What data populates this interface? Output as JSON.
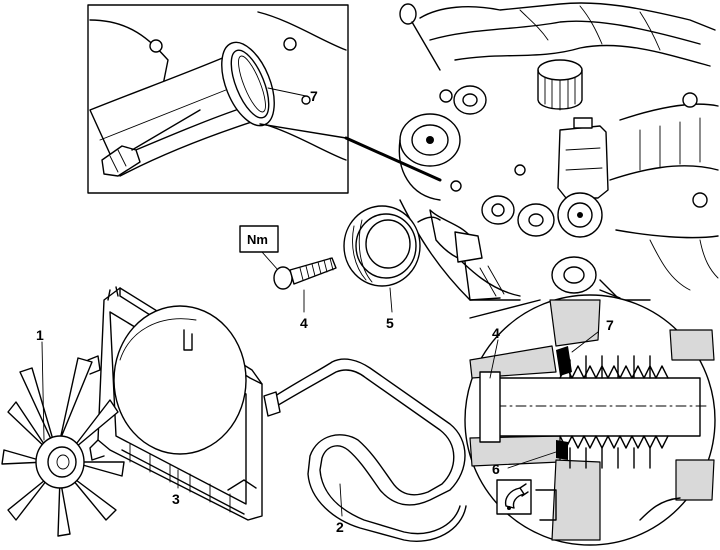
{
  "callouts": {
    "c1": "1",
    "c2": "2",
    "c3": "3",
    "c4": "4",
    "c5": "5",
    "c4_detail": "4",
    "c6_detail": "6",
    "c7_detail": "7",
    "c7_inset": "7"
  },
  "torque_box": {
    "label": "Nm"
  },
  "icons": {
    "torque": "nm-torque-icon",
    "sealant": "sealant-tube-icon"
  },
  "colors": {
    "line": "#000000",
    "background": "#ffffff",
    "shade": "#d9d9d9"
  }
}
